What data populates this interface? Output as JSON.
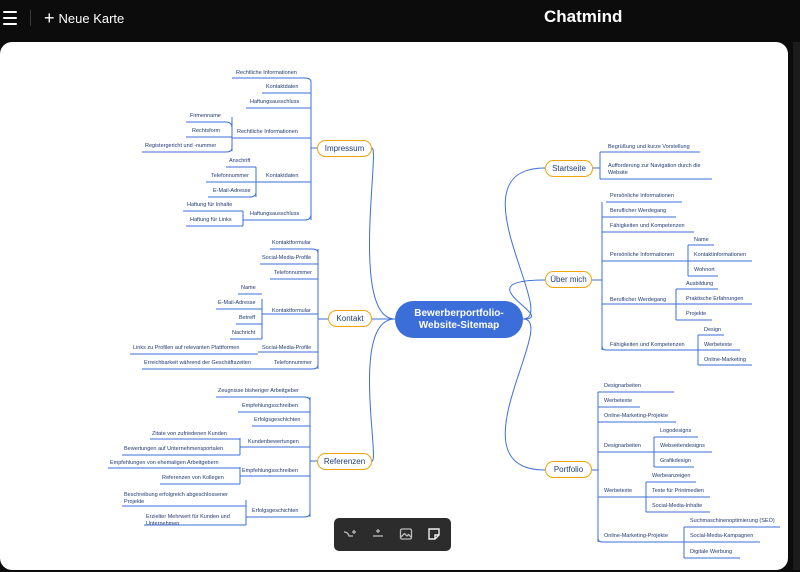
{
  "header": {
    "new_map_label": "Neue Karte",
    "brand": "Chatmind",
    "menu_icon": "menu-icon",
    "plus_icon": "plus-icon"
  },
  "mindmap": {
    "root": "Bewerberportfolio-Website-Sitemap",
    "impressum": {
      "label": "Impressum",
      "items": [
        "Rechtliche Informationen",
        "Kontaktdaten",
        "Haftungsausschluss",
        "Firmenname",
        "Rechtsform",
        "Rechtliche Informationen",
        "Registergericht und -nummer",
        "Anschrift",
        "Telefonnummer",
        "Kontaktdaten",
        "E-Mail-Adresse",
        "Haftung für Inhalte",
        "Haftungsausschluss",
        "Haftung für Links"
      ]
    },
    "kontakt": {
      "label": "Kontakt",
      "items": [
        "Kontaktformular",
        "Social-Media-Profile",
        "Telefonnummer",
        "Name",
        "E-Mail-Adresse",
        "Kontaktformular",
        "Betreff",
        "Nachricht",
        "Links zu Profilen auf relevanten Plattformen",
        "Social-Media-Profile",
        "Erreichbarkeit während der Geschäftszeiten",
        "Telefonnummer"
      ]
    },
    "referenzen": {
      "label": "Referenzen",
      "items": [
        "Zeugnisse bisheriger Arbeitgeber",
        "Empfehlungsschreiben",
        "Erfolgsgeschichten",
        "Zitate von zufriedenen Kunden",
        "Kundenbewertungen",
        "Bewertungen auf Unternehmensportalen",
        "Empfehlungen von ehemaligen Arbeitgebern",
        "Empfehlungsschreiben",
        "Referenzen von Kollegen",
        "Beschreibung erfolgreich abgeschlossener Projekte",
        "Erfolgsgeschichten",
        "Erzielter Mehrwert für Kunden und Unternehmen"
      ]
    },
    "startseite": {
      "label": "Startseite",
      "items": [
        "Begrüßung und kurze Vorstellung",
        "Aufforderung zur Navigation durch die Website"
      ]
    },
    "ueber_mich": {
      "label": "Über mich",
      "items": [
        "Persönliche Informationen",
        "Beruflicher Werdegang",
        "Fähigkeiten und Kompetenzen",
        "Name",
        "Persönliche Informationen",
        "Kontaktinformationen",
        "Wohnort",
        "Ausbildung",
        "Beruflicher Werdegang",
        "Praktische Erfahrungen",
        "Projekte",
        "Design",
        "Fähigkeiten und Kompetenzen",
        "Werbetexte",
        "Online-Marketing"
      ]
    },
    "portfolio": {
      "label": "Portfolio",
      "items": [
        "Designarbeiten",
        "Werbetexte",
        "Online-Marketing-Projekte",
        "Logodesigns",
        "Designarbeiten",
        "Webseitendesigns",
        "Grafikdesign",
        "Werbeanzeigen",
        "Werbetexte",
        "Texte für Printmedien",
        "Social-Media-Inhalte",
        "Suchmaschinenoptimierung (SEO)",
        "Online-Marketing-Projekte",
        "Social-Media-Kampagnen",
        "Digitale Werbung"
      ]
    }
  },
  "toolbar": {
    "tools": [
      "add-child-icon",
      "add-sibling-icon",
      "image-icon",
      "note-icon"
    ]
  },
  "colors": {
    "accent": "#3b6ed9",
    "branch_border": "#f0a30a",
    "line": "#3b6ed9",
    "text": "#1f3a73",
    "background": "#0c0c0c"
  }
}
